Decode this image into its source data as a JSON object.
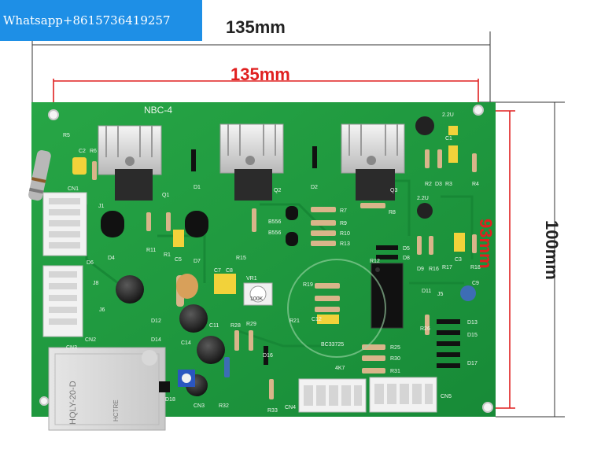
{
  "watermark": {
    "contact": "Whatsapp+8615736419257"
  },
  "dimensions": {
    "outer_width": "135mm",
    "inner_width": "135mm",
    "inner_height": "93mm",
    "outer_height": "100mm"
  },
  "board": {
    "model": "NBC-4",
    "relay_marking": "HQLY-20-D",
    "relay_brand": "HCTRE",
    "labels": {
      "r5": "R5",
      "c2": "C2",
      "r6": "R6",
      "cn1": "CN1",
      "q1": "Q1",
      "d1": "D1",
      "q2": "Q2",
      "d2": "D2",
      "q3": "Q3",
      "r2": "R2",
      "d3": "D3",
      "r3": "R3",
      "r4": "R4",
      "c1": "C1",
      "t22u": "2.2U",
      "j1": "J1",
      "d4": "D4",
      "r11": "R11",
      "r1": "R1",
      "c5": "C5",
      "d7": "D7",
      "r15": "R15",
      "b556a": "B556",
      "b556b": "B556",
      "r7": "R7",
      "r8": "R8",
      "r9": "R9",
      "r10": "R10",
      "r13": "R13",
      "d5": "D5",
      "d8": "D8",
      "d6": "D6",
      "r12": "R12",
      "c3": "C3",
      "d9": "D9",
      "r16": "R16",
      "r17": "R17",
      "r18": "R18",
      "j8": "J8",
      "c7": "C7",
      "c8": "C8",
      "vr1": "VR1",
      "k100": "100K",
      "r19": "R19",
      "c9": "C9",
      "d11": "D11",
      "j5": "J5",
      "j6": "J6",
      "d12": "D12",
      "c11": "C11",
      "r21": "R21",
      "c12": "C12",
      "r26": "R26",
      "d13": "D13",
      "cn2": "CN2",
      "cn3": "CN3",
      "d14": "D14",
      "c14": "C14",
      "r28": "R28",
      "r29": "R29",
      "bc": "BC33725",
      "r25": "R25",
      "r30": "R30",
      "r31": "R31",
      "d15": "D15",
      "d16": "D16",
      "d17": "D17",
      "d18": "D18",
      "r32": "R32",
      "r33": "R33",
      "cn4": "CN4",
      "cn5": "CN5",
      "k47": "4K7"
    }
  },
  "palette": {
    "board": "#1f9a3f",
    "board_dark": "#137a2e",
    "silk": "#eef6ee",
    "dim_black": "#222222",
    "dim_red": "#e02020",
    "banner": "#1e8fe6"
  }
}
